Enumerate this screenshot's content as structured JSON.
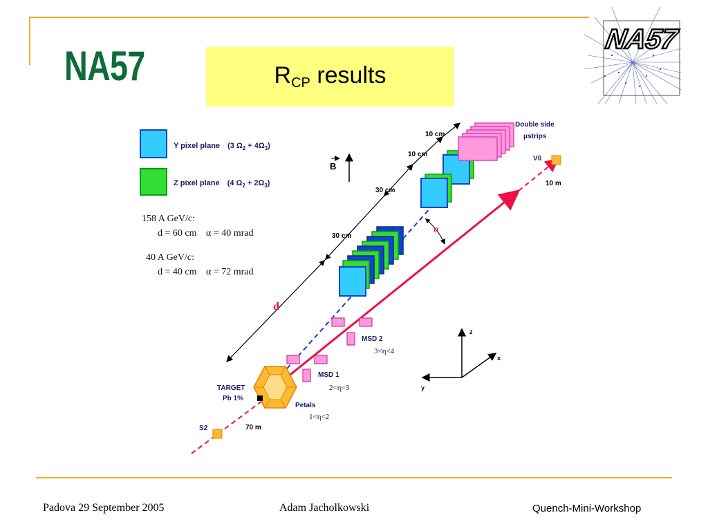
{
  "header": {
    "logo_text": "NA57",
    "title_main": "R",
    "title_sub": "CP",
    "title_rest": " results",
    "corner_logo_text": "NA57"
  },
  "diagram": {
    "legend": {
      "y_plane": "Y pixel plane",
      "y_formula_a": "(3 Ω",
      "y_formula_a_sub": "2",
      "y_formula_b": " + 4Ω",
      "y_formula_b_sub": "3",
      "y_formula_c": ")",
      "z_plane": "Z pixel plane",
      "z_formula_a": "(4 Ω",
      "z_formula_a_sub": "2",
      "z_formula_b": " + 2Ω",
      "z_formula_b_sub": "3",
      "z_formula_c": ")"
    },
    "energy1": {
      "title": "158 A GeV/c:",
      "d": "d = 60 cm",
      "alpha": "α = 40 mrad"
    },
    "energy2": {
      "title": "40 A GeV/c:",
      "d": "d = 40 cm",
      "alpha": "α = 72 mrad"
    },
    "labels": {
      "double_side_1": "Double  side",
      "double_side_2": "μstrips",
      "ten_cm_a": "10  cm",
      "ten_cm_b": "10  cm",
      "thirty_cm_a": "30  cm",
      "thirty_cm_b": "30  cm",
      "b_field": "B",
      "v0": "V0",
      "ten_m": "10  m",
      "alpha": "α",
      "d": "d",
      "msd2": "MSD  2",
      "eta2": "3<η<4",
      "msd1": "MSD  1",
      "eta1": "2<η<3",
      "target_1": "TARGET",
      "target_2": "Pb  1%",
      "petals": "Petals",
      "eta0": "1<η<2",
      "s2": "S2",
      "seventy_m": "70  m",
      "axis_z": "z",
      "axis_x": "x",
      "axis_y": "y"
    }
  },
  "footer": {
    "left": "Padova 29 September 2005",
    "center": "Adam Jacholkowski",
    "right": "Quench-Mini-Workshop"
  },
  "colors": {
    "gold": "#e8b030",
    "logo_green": "#0f6b3a",
    "title_bg": "#ffff80",
    "y_plane": "#33ccff",
    "z_plane": "#33dd33",
    "strips": "#ff99dd",
    "track": "#ee1144",
    "beam": "#2233cc",
    "petals": "#ffb833"
  }
}
